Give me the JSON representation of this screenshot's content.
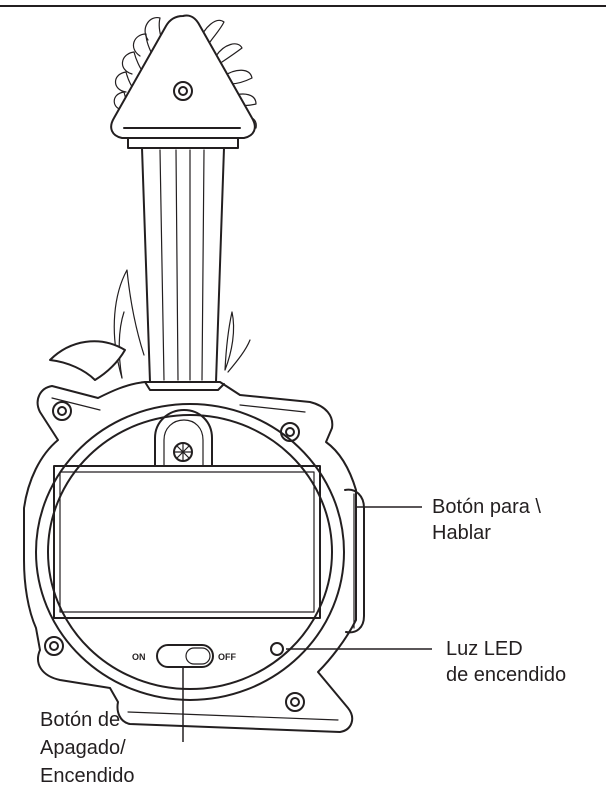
{
  "switch": {
    "on": "ON",
    "off": "OFF"
  },
  "labels": {
    "talk_button": [
      "Botón para \\",
      "Hablar"
    ],
    "led": [
      "Luz LED",
      "de encendido"
    ],
    "power_switch": [
      "Botón de",
      "Apagado/",
      "Encendido"
    ]
  },
  "colors": {
    "ink": "#231f20",
    "background": "#ffffff"
  }
}
